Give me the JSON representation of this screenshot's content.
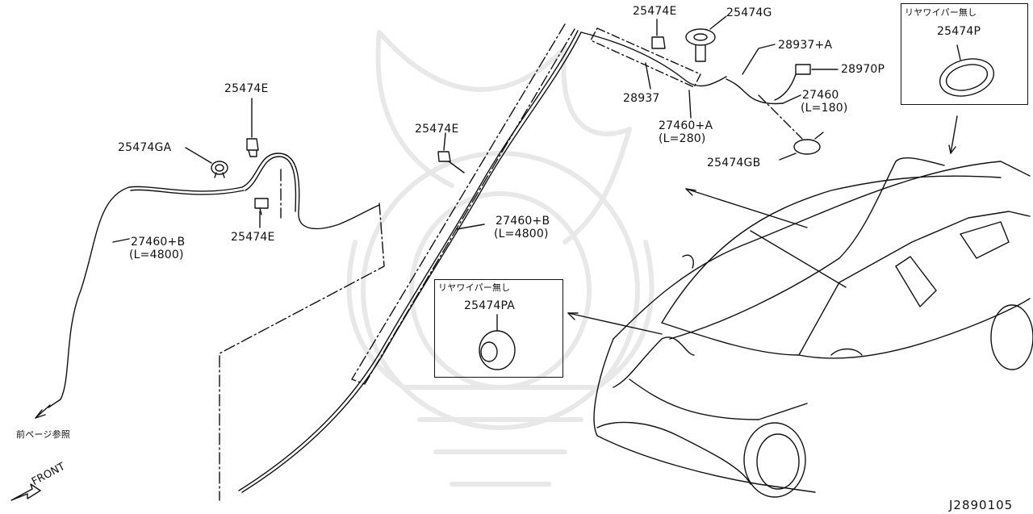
{
  "diagram": {
    "labels": {
      "p25474E_top": "25474E",
      "p25474G": "25474G",
      "p28937A": "28937+A",
      "p28970P": "28970P",
      "p27460": "27460",
      "p27460_len": "(L=180)",
      "p28937": "28937",
      "p27460A": "27460+A",
      "p27460A_len": "(L=280)",
      "p25474GB": "25474GB",
      "p25474E_left_top": "25474E",
      "p25474GA": "25474GA",
      "p25474E_left_bottom": "25474E",
      "p27460B_left": "27460+B",
      "p27460B_left_len": "(L=4800)",
      "p25474E_mid": "25474E",
      "p27460B_mid": "27460+B",
      "p27460B_mid_len": "(L=4800)",
      "prev_page_ref": "前ページ参照",
      "front": "FRONT"
    },
    "inset_right": {
      "note": "リヤワイパー無し",
      "part": "25474P"
    },
    "inset_center": {
      "note": "リヤワイパー無し",
      "part": "25474PA"
    },
    "diagram_code": "J2890105"
  }
}
